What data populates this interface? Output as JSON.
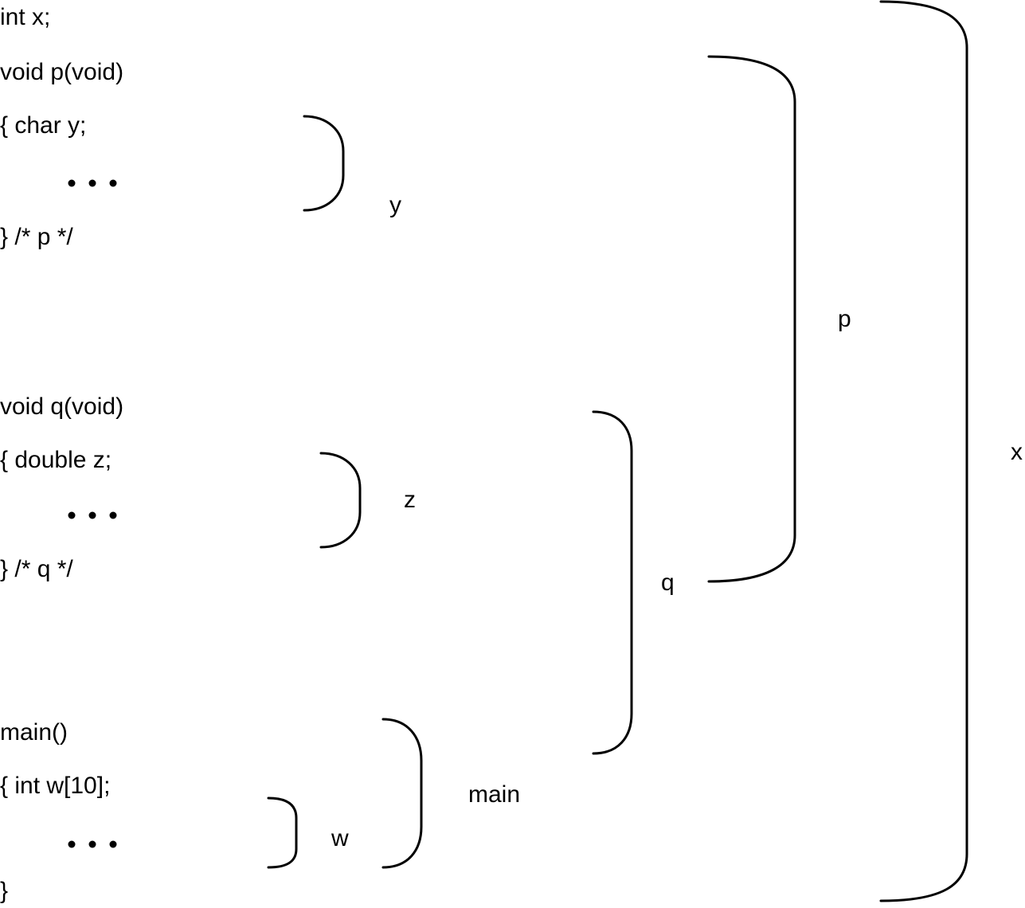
{
  "code": {
    "line_1": "int x;",
    "line_2": "void p(void)",
    "line_3": "{  char y;",
    "line_4": "} /* p */",
    "line_5": "void q(void)",
    "line_6": "{  double z;",
    "line_7": "} /* q */",
    "line_8": "main()",
    "line_9": "{  int w[10];",
    "line_10": "}"
  },
  "scopes": {
    "y": "y",
    "z": "z",
    "w": "w",
    "main": "main",
    "p": "p",
    "q": "q",
    "x": "x"
  },
  "colors": {
    "ink": "#000000",
    "background": "#ffffff"
  }
}
